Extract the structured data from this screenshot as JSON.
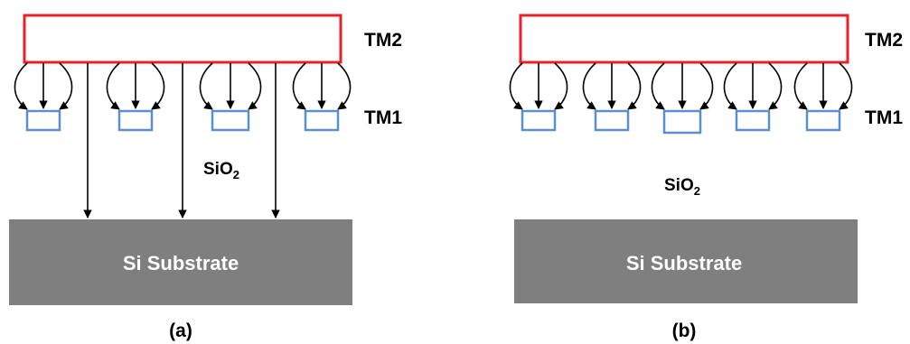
{
  "panel_a": {
    "top_metal_label": "TM2",
    "bottom_metal_label": "TM1",
    "dielectric_label": "SiO",
    "dielectric_subscript": "2",
    "substrate_label": "Si Substrate",
    "caption": "(a)"
  },
  "panel_b": {
    "top_metal_label": "TM2",
    "bottom_metal_label": "TM1",
    "dielectric_label": "SiO",
    "dielectric_subscript": "2",
    "substrate_label": "Si Substrate",
    "caption": "(b)"
  },
  "colors": {
    "top_metal": "#e8202a",
    "bottom_metal": "#5b8fd0",
    "substrate": "#7f7f7f",
    "arrows": "#000000"
  }
}
